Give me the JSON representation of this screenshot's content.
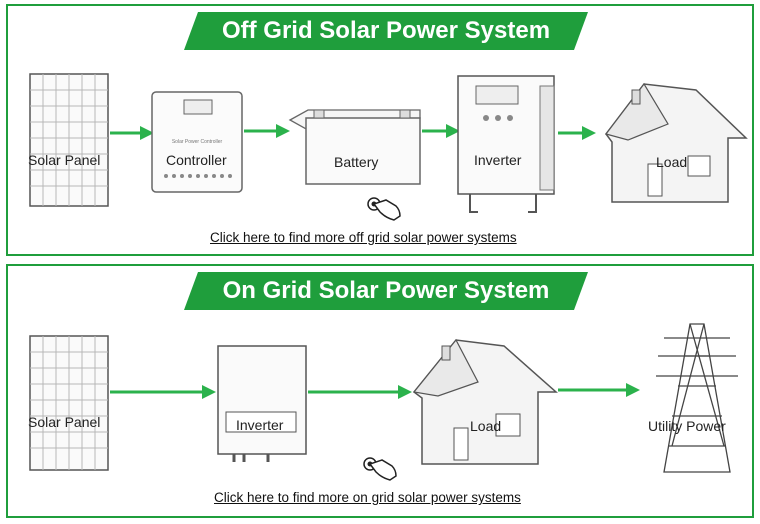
{
  "colors": {
    "accent": "#1f9e3c",
    "line": "#2bb24c"
  },
  "off_grid": {
    "title": "Off Grid Solar Power System",
    "labels": {
      "solar_panel": "Solar Panel",
      "controller": "Controller",
      "battery": "Battery",
      "inverter": "Inverter",
      "load": "Load"
    },
    "controller_caption": "Solar Power Controller",
    "link": "Click here to find more off grid solar power systems"
  },
  "on_grid": {
    "title": "On Grid Solar Power System",
    "labels": {
      "solar_panel": "Solar Panel",
      "inverter": "Inverter",
      "load": "Load",
      "utility": "Utility Power"
    },
    "link": "Click here to find more on grid solar power systems"
  },
  "icons": [
    "solar-panel-icon",
    "controller-icon",
    "battery-icon",
    "inverter-icon",
    "house-icon",
    "pointing-hand-icon",
    "power-tower-icon",
    "arrow-icon"
  ]
}
